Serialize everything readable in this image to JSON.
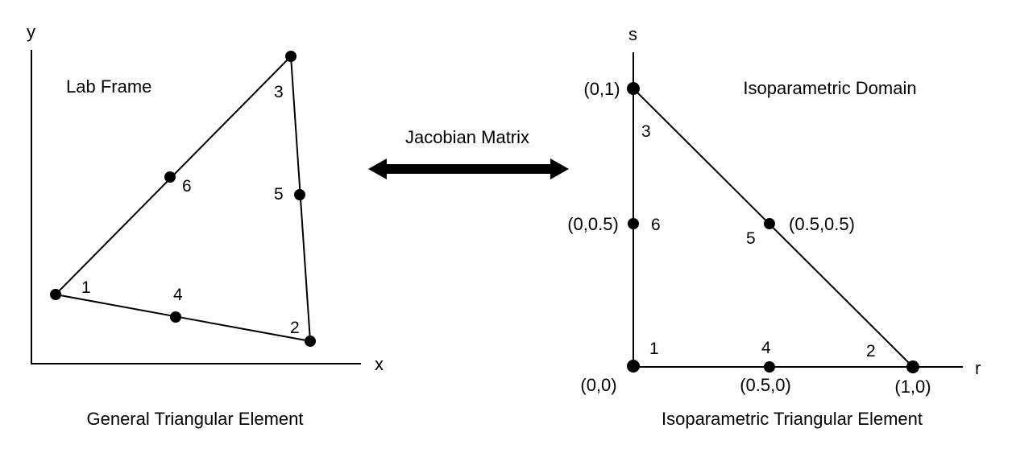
{
  "colors": {
    "ink": "#000000",
    "background": "#ffffff"
  },
  "left": {
    "axis_x": "x",
    "axis_y": "y",
    "frame_label": "Lab Frame",
    "caption": "General Triangular Element",
    "nodes": [
      {
        "id": "1",
        "label": "1"
      },
      {
        "id": "2",
        "label": "2"
      },
      {
        "id": "3",
        "label": "3"
      },
      {
        "id": "4",
        "label": "4"
      },
      {
        "id": "5",
        "label": "5"
      },
      {
        "id": "6",
        "label": "6"
      }
    ]
  },
  "middle": {
    "label": "Jacobian Matrix",
    "arrow": "double-headed-arrow"
  },
  "right": {
    "axis_r": "r",
    "axis_s": "s",
    "domain_label": "Isoparametric Domain",
    "caption": "Isoparametric Triangular Element",
    "nodes": [
      {
        "id": "1",
        "label": "1",
        "coord": "(0,0)"
      },
      {
        "id": "2",
        "label": "2",
        "coord": "(1,0)"
      },
      {
        "id": "3",
        "label": "3",
        "coord": "(0,1)"
      },
      {
        "id": "4",
        "label": "4",
        "coord": "(0.5,0)"
      },
      {
        "id": "5",
        "label": "5",
        "coord": "(0.5,0.5)"
      },
      {
        "id": "6",
        "label": "6",
        "coord": "(0,0.5)"
      }
    ]
  }
}
